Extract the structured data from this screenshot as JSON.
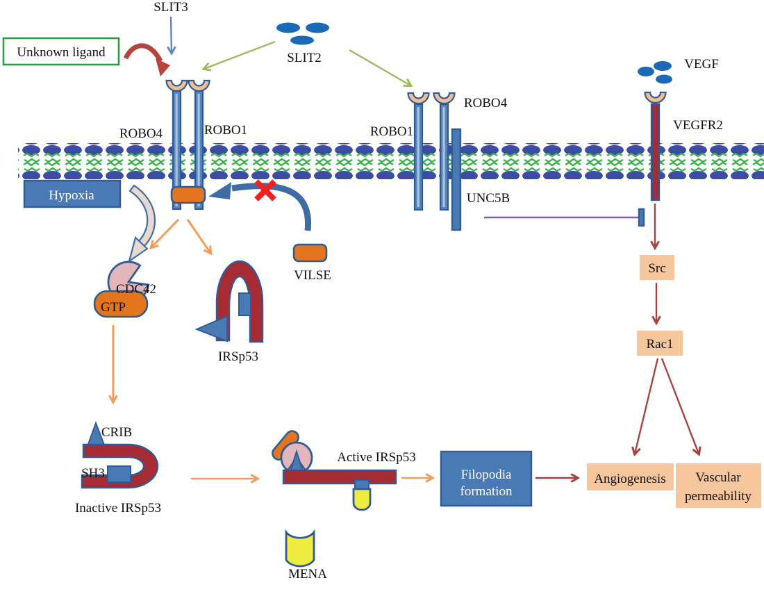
{
  "colors": {
    "membrane_head": "#3c4ba3",
    "membrane_tail": "#3cb04a",
    "ligand_blue": "#1a6ab5",
    "receptor_stroke": "#2f5b96",
    "stem_fill": "#5585bd",
    "stem_highlight": "#a9c3de",
    "cup_fill": "#f2bf93",
    "orange": "#e2751d",
    "box_blue": "#4a7ab5",
    "peach_box": "#f6c69c",
    "dark_red": "#a62b33",
    "pink": "#e2b6ba",
    "yellow": "#eeec40",
    "green_border": "#2e9e44",
    "green_arrow": "#9cba5e",
    "orange_arrow": "#f09d59",
    "red_arrow": "#a6423f",
    "crimson_arrow": "#b5443e",
    "slit3_arrow": "#5b87c5",
    "curve_blue": "#3d6da4",
    "purple_line": "#7d62a1",
    "red_x": "#f51f1f",
    "crescent_fill": "#e8d9ce",
    "text": "#111111",
    "white_text": "#ffffff"
  },
  "ligands": {
    "slit3": "SLIT3",
    "slit2": "SLIT2",
    "vegf": "VEGF",
    "unknown_ligand": "Unknown ligand"
  },
  "receptors": {
    "robo4_left": "ROBO4",
    "robo1_left": "ROBO1",
    "robo1_mid": "ROBO1",
    "robo4_mid": "ROBO4",
    "unc5b": "UNC5B",
    "vegfr2": "VEGFR2"
  },
  "signaling": {
    "hypoxia": "Hypoxia",
    "vilse": "VILSE",
    "cdc42": "CDC42",
    "gtp": "GTP",
    "irsp53": "IRSp53",
    "crib": "CRIB",
    "sh3": "SH3",
    "inactive_irsp53": "Inactive IRSp53",
    "active_irsp53": "Active IRSp53",
    "mena": "MENA"
  },
  "outcomes": {
    "filopodia_lines": [
      "Filopodia",
      "formation"
    ],
    "src": "Src",
    "rac1": "Rac1",
    "angiogenesis": "Angiogenesis",
    "vascular_lines": [
      "Vascular",
      "permeability"
    ]
  }
}
